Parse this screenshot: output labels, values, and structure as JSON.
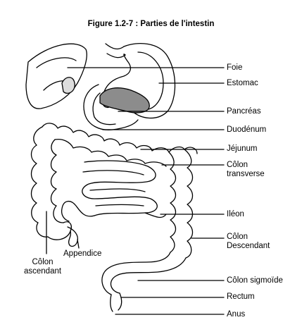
{
  "title": "Figure 1.2-7 : Parties de l'intestin",
  "labels": {
    "foie": "Foie",
    "estomac": "Estomac",
    "pancreas": "Pancréas",
    "duodenum": "Duodénum",
    "jejunum": "Jéjunum",
    "colon_transverse": "Côlon\ntransverse",
    "ileon": "Iléon",
    "colon_descendant": "Côlon\nDescendant",
    "colon_sigmoide": "Côlon sigmoïde",
    "rectum": "Rectum",
    "anus": "Anus",
    "appendice": "Appendice",
    "colon_ascendant": "Côlon\nascendant"
  },
  "colors": {
    "stroke": "#000000",
    "liver_fill": "#ffffff",
    "pancreas_fill": "#8c8c8c"
  }
}
